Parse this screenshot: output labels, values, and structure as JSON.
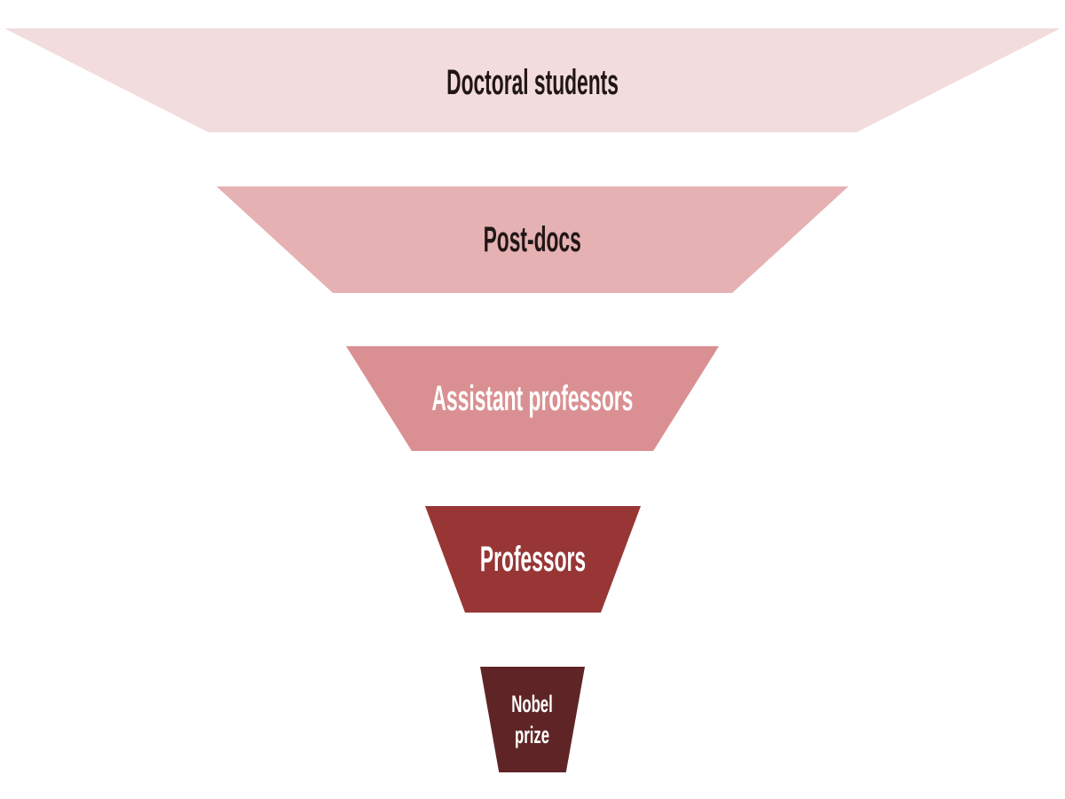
{
  "diagram": {
    "type": "funnel",
    "orientation": "top-wide-to-bottom-narrow",
    "background_color": "#ffffff",
    "levels": [
      {
        "label": "Doctoral students",
        "fill": "#f3dcdd",
        "text_color": "#211616"
      },
      {
        "label": "Post-docs",
        "fill": "#e5b1b2",
        "text_color": "#211616"
      },
      {
        "label": "Assistant professors",
        "fill": "#da9092",
        "text_color": "#ffffff"
      },
      {
        "label": "Professors",
        "fill": "#983636",
        "text_color": "#ffffff"
      },
      {
        "label": "Nobel prize",
        "label_lines": [
          "Nobel",
          "prize"
        ],
        "fill": "#5f2526",
        "text_color": "#ffffff"
      }
    ]
  }
}
